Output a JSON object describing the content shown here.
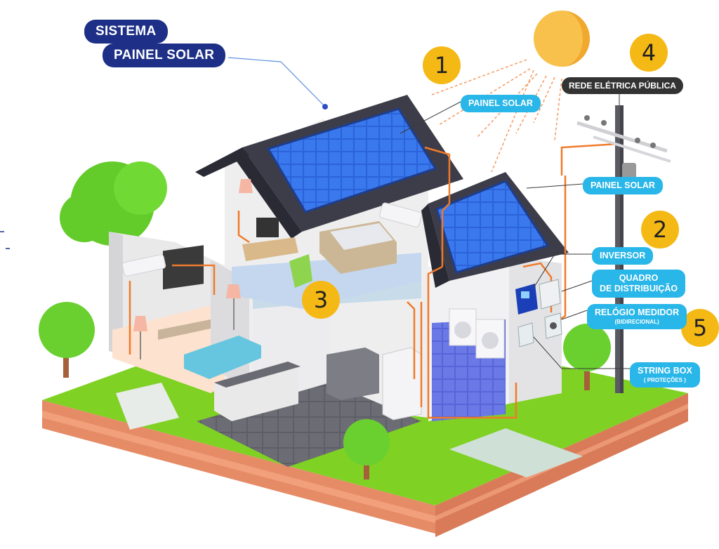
{
  "title": {
    "line1": "SISTEMA",
    "line2": "PAINEL SOLAR"
  },
  "callouts": {
    "painel_solar_1": "PAINEL SOLAR",
    "painel_solar_2": "PAINEL SOLAR",
    "inversor": "INVERSOR",
    "quadro": "QUADRO\nDE DISTRIBUIÇÃO",
    "relogio": "RELÓGIO MEDIDOR",
    "relogio_sub": "(BIDIRECIONAL)",
    "string_box": "STRING BOX",
    "string_box_sub": "( PROTEÇÕES )",
    "rede": "REDE ELÉTRICA PÚBLICA"
  },
  "numbers": {
    "n1": "1",
    "n2": "2",
    "n3": "3",
    "n4": "4",
    "n5": "5"
  },
  "colors": {
    "pill_dark": "#1d2f86",
    "callout": "#29b6e8",
    "badge": "#f5b916",
    "wire": "#f07a2a",
    "grass": "#7ed321",
    "soil": "#e28a6a",
    "roof": "#3a3a4a",
    "panel": "#2a5fd6"
  }
}
